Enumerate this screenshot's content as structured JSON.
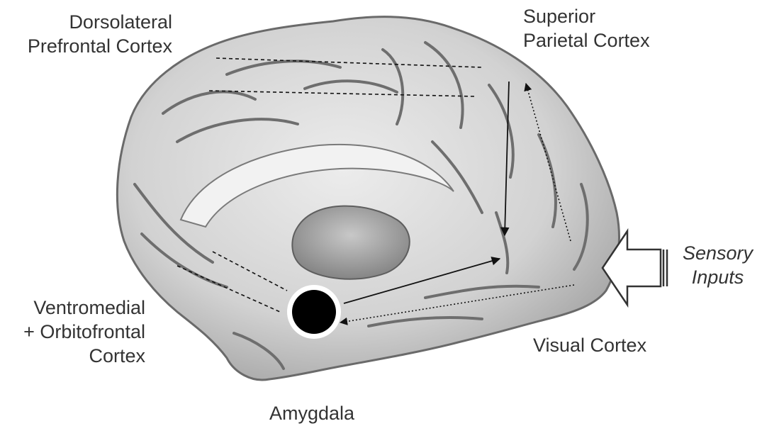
{
  "labels": {
    "dlpfc": "Dorsolateral\nPrefrontal Cortex",
    "spc": "Superior\nParietal Cortex",
    "sensory": "Sensory\nInputs",
    "vmofc": "Ventromedial\n+ Orbitofrontal\nCortex",
    "visual": "Visual Cortex",
    "amygdala": "Amygdala"
  },
  "colors": {
    "text": "#333333",
    "amygdala_fill": "#000000",
    "line": "#111111"
  }
}
